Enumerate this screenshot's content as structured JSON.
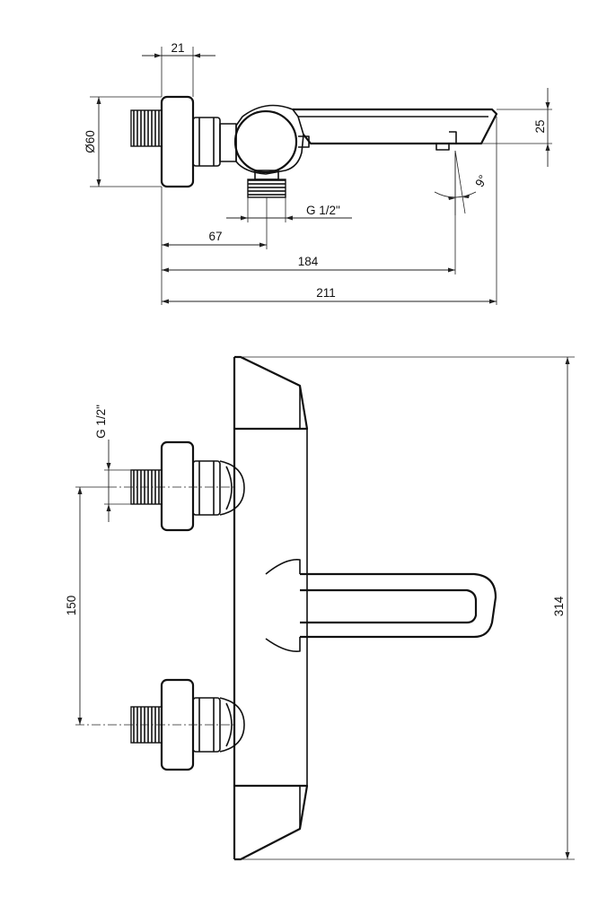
{
  "top_view": {
    "dim_width_21": "21",
    "dim_diameter_60": "Ø60",
    "dim_thread": "G 1/2\"",
    "dim_67": "67",
    "dim_184": "184",
    "dim_211": "211",
    "dim_25": "25",
    "dim_angle_9": "9°"
  },
  "front_view": {
    "dim_thread": "G 1/2\"",
    "dim_spacing_150": "150",
    "dim_height_314": "314"
  }
}
